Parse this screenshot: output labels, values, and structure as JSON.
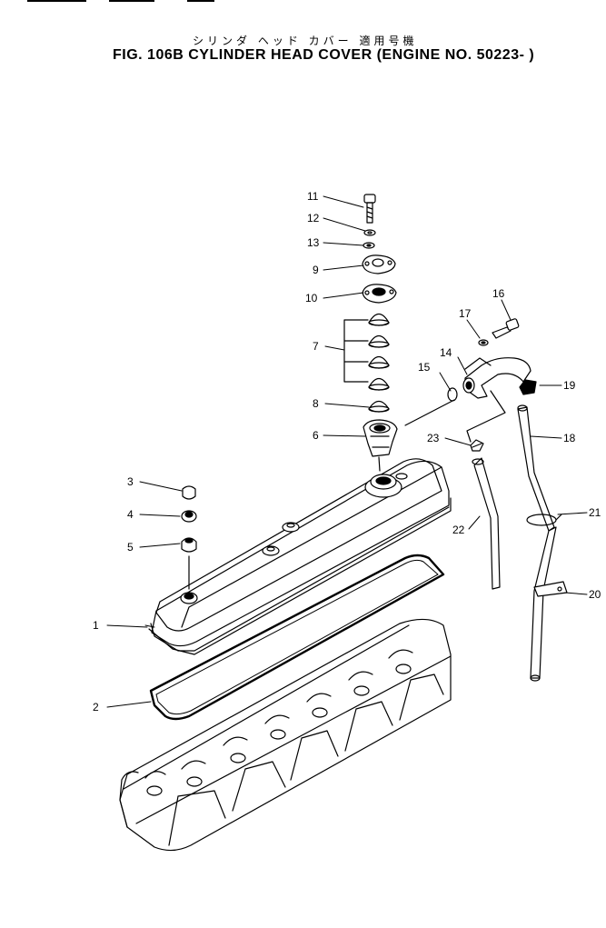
{
  "title": {
    "jp": "シリンダ ヘッド カバー 適用号機",
    "en": "FIG. 106B  CYLINDER HEAD COVER (ENGINE NO. 50223- )"
  },
  "callouts": [
    "1",
    "2",
    "3",
    "4",
    "5",
    "6",
    "7",
    "8",
    "9",
    "10",
    "11",
    "12",
    "13",
    "14",
    "15",
    "16",
    "17",
    "18",
    "19",
    "20",
    "21",
    "22",
    "23"
  ],
  "colors": {
    "ink": "#000000",
    "paper": "#ffffff"
  }
}
